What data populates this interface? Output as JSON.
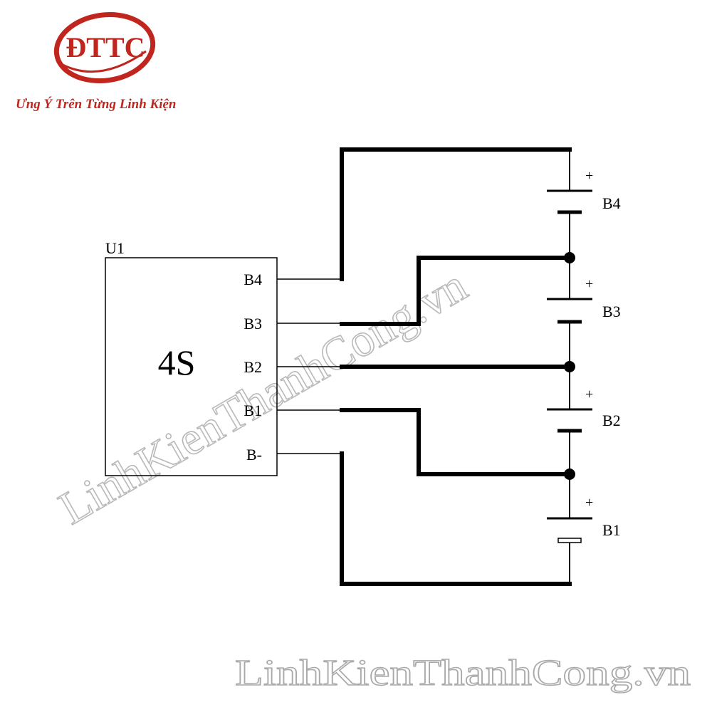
{
  "logo": {
    "text": "ĐTTC",
    "tagline": "Ưng Ý Trên Từng Linh Kiện",
    "color": "#c0261e"
  },
  "chip": {
    "ref": "U1",
    "name": "4S",
    "pins": [
      "B4",
      "B3",
      "B2",
      "B1",
      "B-"
    ]
  },
  "cells": [
    {
      "label": "B4",
      "polarity": "+"
    },
    {
      "label": "B3",
      "polarity": "+"
    },
    {
      "label": "B2",
      "polarity": "+"
    },
    {
      "label": "B1",
      "polarity": "+"
    }
  ],
  "watermarks": {
    "diagonal": "LinhKienThanhCong.vn",
    "bottom": "LinhKienThanhCong.vn"
  }
}
